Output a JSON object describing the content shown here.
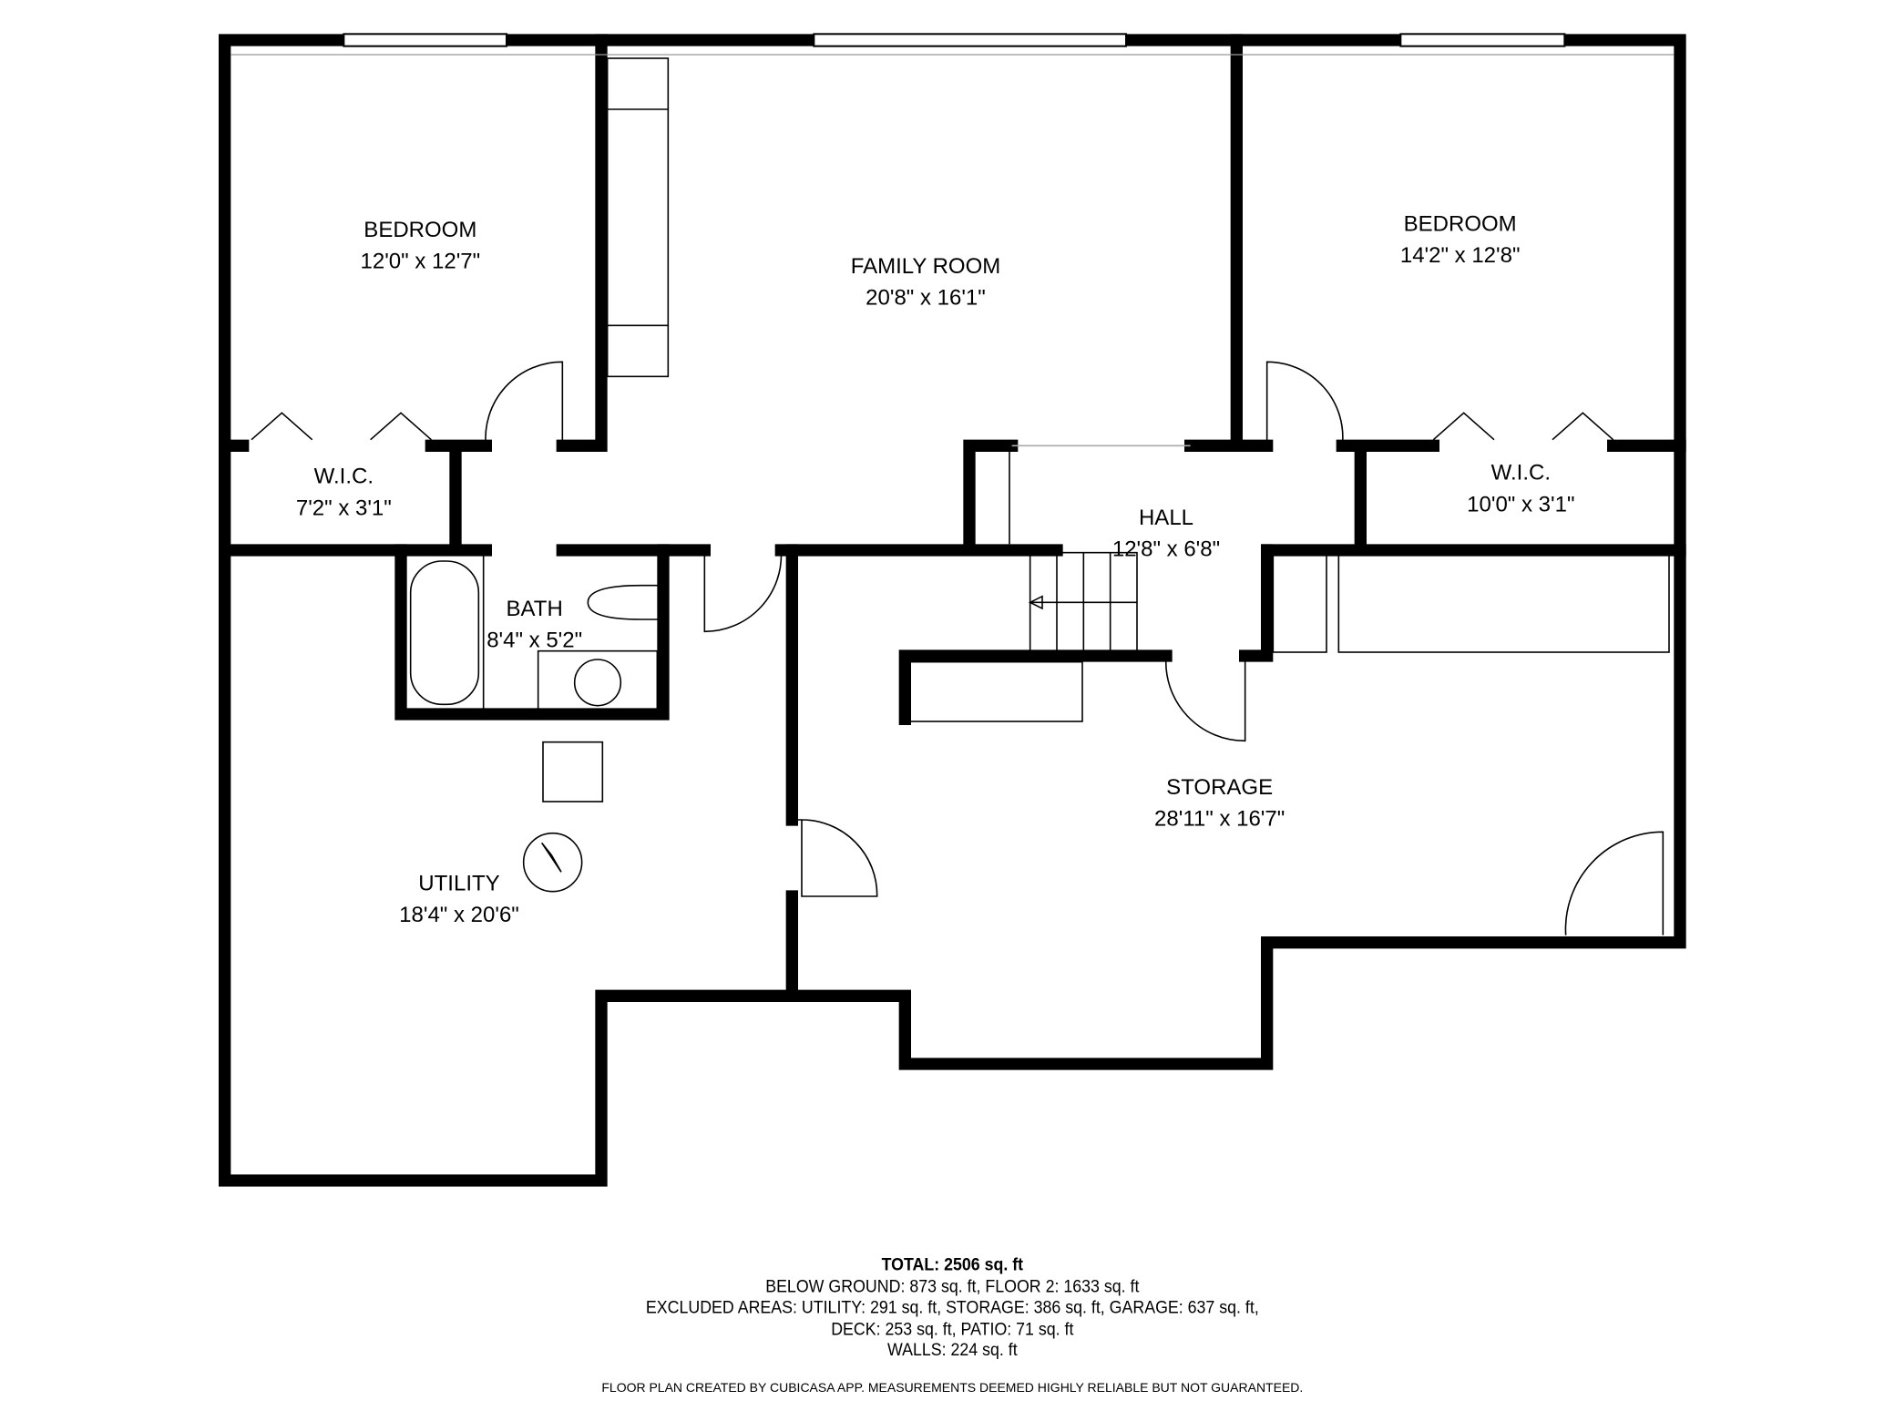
{
  "rooms": [
    {
      "name": "BEDROOM",
      "size": "12'0\" x 12'7\""
    },
    {
      "name": "FAMILY ROOM",
      "size": "20'8\" x 16'1\""
    },
    {
      "name": "BEDROOM",
      "size": "14'2\" x 12'8\""
    },
    {
      "name": "W.I.C.",
      "size": "7'2\" x 3'1\""
    },
    {
      "name": "HALL",
      "size": "12'8\" x 6'8\""
    },
    {
      "name": "W.I.C.",
      "size": "10'0\" x 3'1\""
    },
    {
      "name": "BATH",
      "size": "8'4\" x 5'2\""
    },
    {
      "name": "STORAGE",
      "size": "28'11\" x 16'7\""
    },
    {
      "name": "UTILITY",
      "size": "18'4\" x 20'6\""
    }
  ],
  "summary": {
    "total": "TOTAL: 2506 sq. ft",
    "line1": "BELOW GROUND: 873 sq. ft, FLOOR 2: 1633 sq. ft",
    "line2": "EXCLUDED AREAS: UTILITY: 291 sq. ft, STORAGE: 386 sq. ft, GARAGE: 637 sq. ft,",
    "line3": "DECK: 253 sq. ft, PATIO: 71 sq. ft",
    "line4": "WALLS: 224 sq. ft"
  },
  "disclaimer": "FLOOR PLAN CREATED BY CUBICASA APP. MEASUREMENTS DEEMED HIGHLY RELIABLE BUT NOT GUARANTEED."
}
